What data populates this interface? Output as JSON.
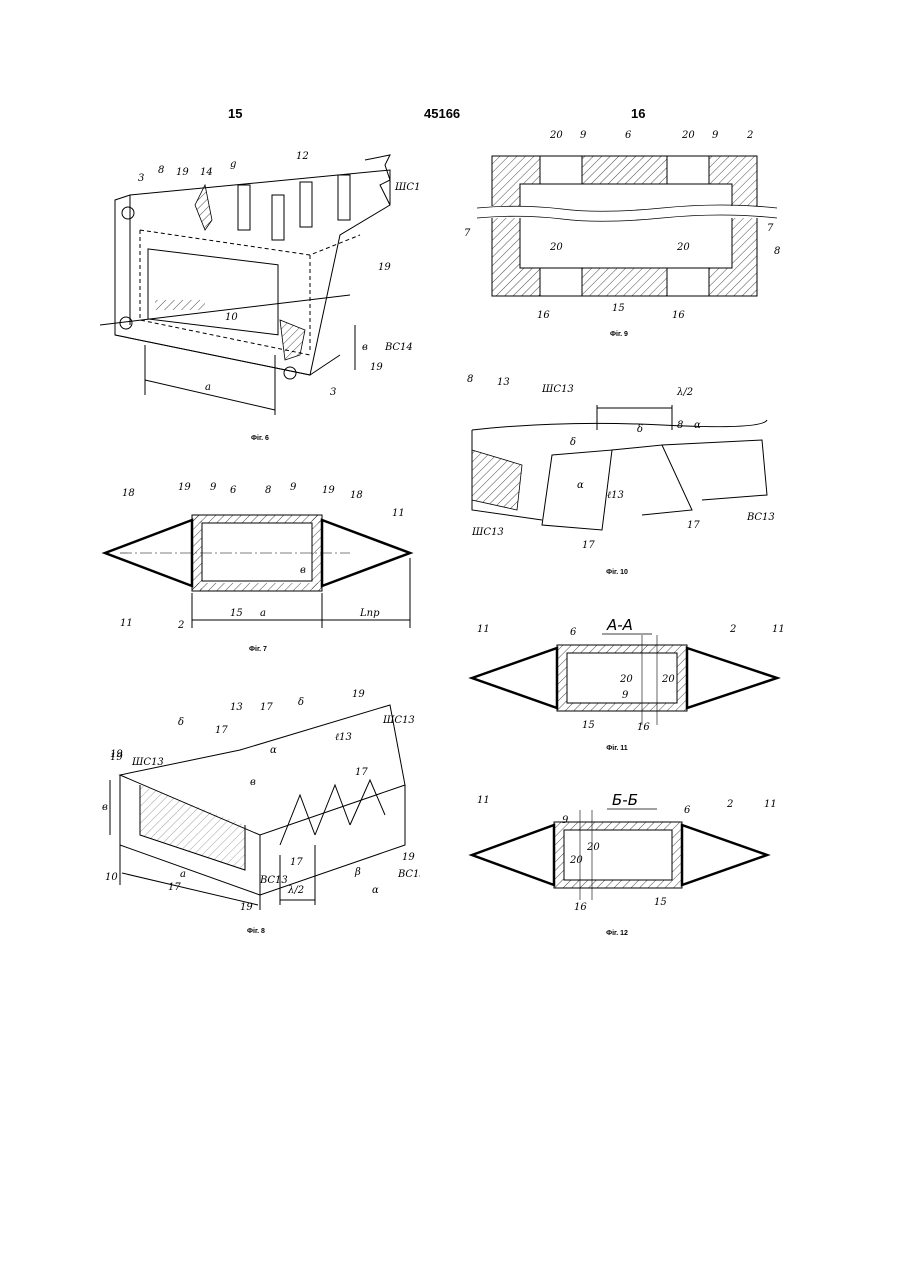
{
  "header": {
    "left_page": "15",
    "patent_number": "45166",
    "right_page": "16"
  },
  "figures": {
    "fig6": {
      "caption": "Фіг. 6",
      "labels": [
        "3",
        "8",
        "19",
        "14",
        "g",
        "12",
        "ШС14",
        "10",
        "в",
        "19",
        "ВС14",
        "19",
        "а",
        "3"
      ]
    },
    "fig7": {
      "caption": "Фіг. 7",
      "labels": [
        "18",
        "19",
        "9",
        "6",
        "8",
        "9",
        "19",
        "18",
        "11",
        "11",
        "2",
        "15",
        "в",
        "а",
        "Lпр"
      ]
    },
    "fig8": {
      "caption": "Фіг. 8",
      "labels": [
        "19",
        "ШС13",
        "δ",
        "17",
        "13",
        "17",
        "δ",
        "19",
        "ШС13",
        "α",
        "ℓ13",
        "в",
        "в",
        "19",
        "17",
        "10",
        "17",
        "а",
        "19",
        "ВС13",
        "λ/2",
        "β",
        "α",
        "19",
        "ВС13",
        "17"
      ]
    },
    "fig9": {
      "caption": "Фіг. 9",
      "labels": [
        "20",
        "9",
        "6",
        "20",
        "9",
        "2",
        "7",
        "7",
        "8",
        "20",
        "20",
        "16",
        "15",
        "16"
      ]
    },
    "fig10": {
      "caption": "Фіг. 10",
      "labels": [
        "8",
        "13",
        "ШС13",
        "λ/2",
        "δ",
        "δ",
        "8",
        "α",
        "α",
        "ℓ13",
        "ШС13",
        "17",
        "17",
        "ВС13"
      ]
    },
    "fig11": {
      "caption": "Фіг. 11",
      "section": "А-А",
      "labels": [
        "11",
        "6",
        "2",
        "11",
        "20",
        "9",
        "20",
        "15",
        "16"
      ]
    },
    "fig12": {
      "caption": "Фіг. 12",
      "section": "Б-Б",
      "labels": [
        "11",
        "9",
        "6",
        "2",
        "11",
        "20",
        "20",
        "16",
        "15"
      ]
    }
  }
}
